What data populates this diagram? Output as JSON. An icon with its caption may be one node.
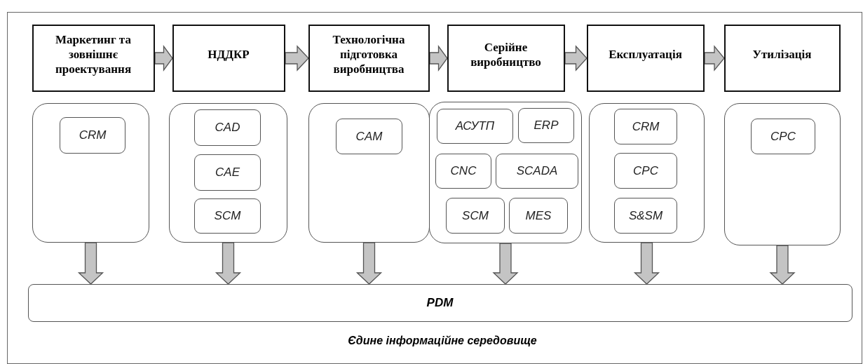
{
  "diagram": {
    "nodes": [
      {
        "text": [
          "Єдине інформаційне середовище"
        ]
      },
      {
        "text": [
          "Маркетинг та зовнішнє проектування"
        ],
        "in": 0
      },
      {
        "text": [
          "НДДКР"
        ],
        "in": 0
      },
      {
        "text": [
          "Технологічна підготовка виробництва"
        ],
        "in": 0
      },
      {
        "text": [
          "Серійне виробництво"
        ],
        "in": 0
      },
      {
        "text": [
          "Експлуатація"
        ],
        "in": 0
      },
      {
        "text": [
          "Утилізація"
        ],
        "in": 0
      },
      {
        "text": [],
        "shape": "box",
        "in": 0
      },
      {
        "text": [
          "CRM"
        ],
        "in": 7
      },
      {
        "text": [],
        "shape": "box",
        "in": 0
      },
      {
        "text": [
          "CAD"
        ],
        "in": 9
      },
      {
        "text": [
          "CAE"
        ],
        "in": 9
      },
      {
        "text": [
          "SCM"
        ],
        "in": 9
      },
      {
        "text": [],
        "shape": "box",
        "in": 0
      },
      {
        "text": [
          "CAM"
        ],
        "in": 13
      },
      {
        "text": [],
        "shape": "box",
        "in": 0
      },
      {
        "text": [
          "АСУТП"
        ],
        "in": 15
      },
      {
        "text": [
          "ERP"
        ],
        "in": 15
      },
      {
        "text": [
          "CNC"
        ],
        "in": 15
      },
      {
        "text": [
          "SCADA"
        ],
        "in": 15
      },
      {
        "text": [
          "SCM"
        ],
        "in": 15
      },
      {
        "text": [
          "MES"
        ],
        "in": 15
      },
      {
        "text": [],
        "shape": "box",
        "in": 0
      },
      {
        "text": [
          "CRM"
        ],
        "in": 22
      },
      {
        "text": [
          "CPC"
        ],
        "in": 22
      },
      {
        "text": [
          "S&SM"
        ],
        "in": 22
      },
      {
        "text": [],
        "shape": "box",
        "in": 0
      },
      {
        "text": [
          "CPC"
        ],
        "in": 26
      },
      {
        "text": [
          "PDM"
        ],
        "in": 0
      }
    ],
    "edges": [
      {
        "from": 1,
        "to": 2,
        "arrow": "to"
      },
      {
        "from": 2,
        "to": 3,
        "arrow": "to"
      },
      {
        "from": 3,
        "to": 4,
        "arrow": "to"
      },
      {
        "from": 4,
        "to": 5,
        "arrow": "to"
      },
      {
        "from": 5,
        "to": 6,
        "arrow": "to"
      },
      {
        "from": 7,
        "to": 28,
        "arrow": "to"
      },
      {
        "from": 9,
        "to": 28,
        "arrow": "to"
      },
      {
        "from": 13,
        "to": 28,
        "arrow": "to"
      },
      {
        "from": 15,
        "to": 28,
        "arrow": "to"
      },
      {
        "from": 22,
        "to": 28,
        "arrow": "to"
      },
      {
        "from": 26,
        "to": 28,
        "arrow": "to"
      }
    ]
  }
}
